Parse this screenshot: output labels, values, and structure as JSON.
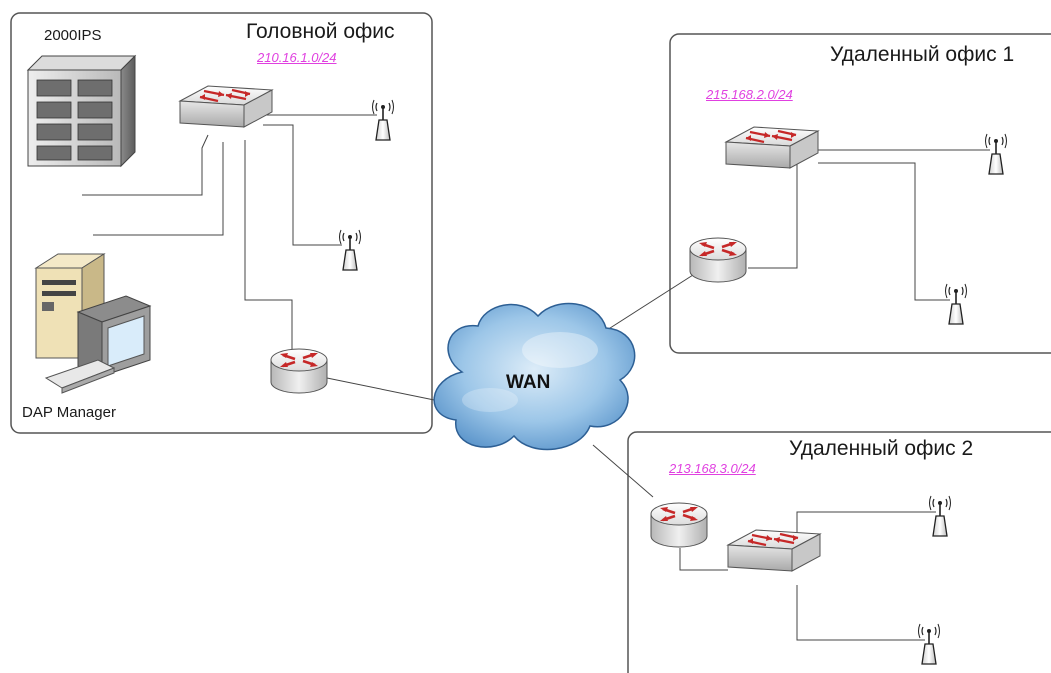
{
  "offices": {
    "head": {
      "title": "Головной офис",
      "subnet": "210.16.1.0/24"
    },
    "remote1": {
      "title": "Удаленный офис 1",
      "subnet": "215.168.2.0/24"
    },
    "remote2": {
      "title": "Удаленный офис 2",
      "subnet": "213.168.3.0/24"
    }
  },
  "devices": {
    "server": {
      "label": "2000IPS",
      "icon": "server-icon"
    },
    "manager": {
      "label": "DAP Manager",
      "icon": "workstation-icon"
    }
  },
  "wan": {
    "label": "WAN",
    "icon": "cloud-icon"
  },
  "colors": {
    "subnet_text": "#e040e0",
    "router_arrows": "#c62828",
    "cloud": "#7fb2de",
    "panel_border": "#555555"
  }
}
